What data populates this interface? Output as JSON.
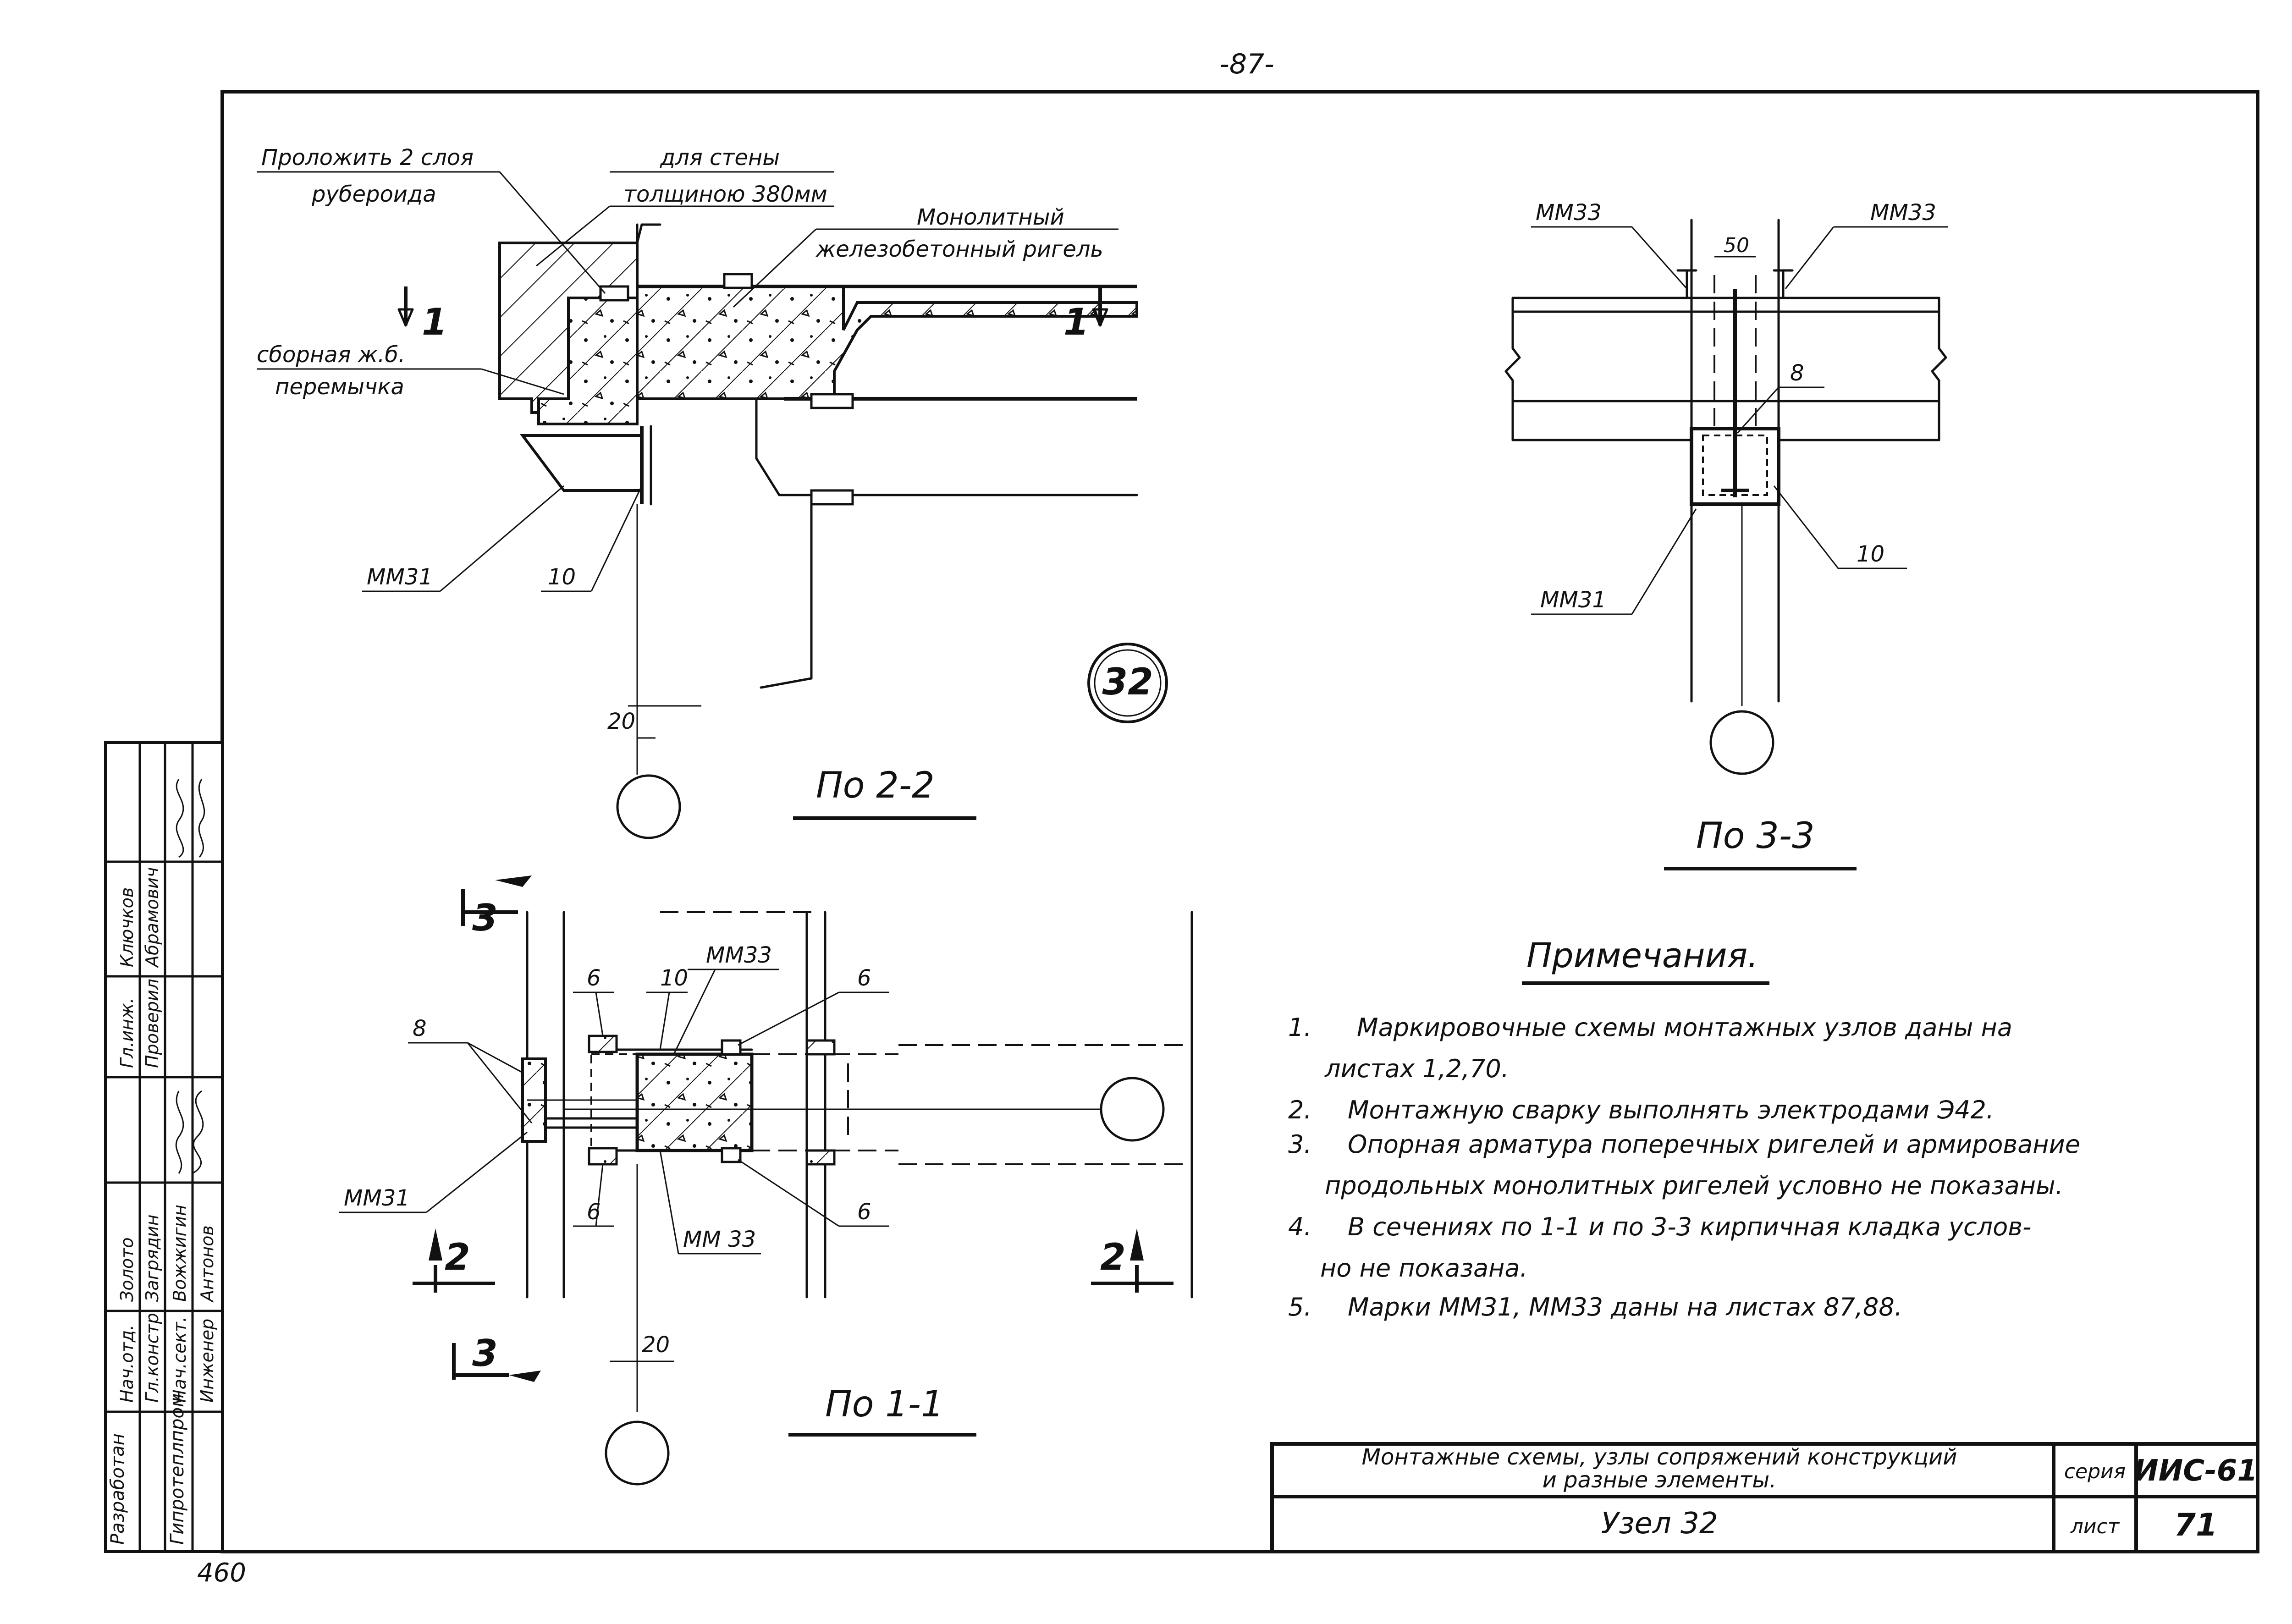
{
  "page_number": "-87-",
  "node_badge": "32",
  "views": {
    "section_2_2": {
      "title": "По 2-2",
      "labels": {
        "layers": "Проложить 2 слоя",
        "layers2": "рубероида",
        "wall": "для стены",
        "wall2": "толщиною 380мм",
        "girder": "Монолитный",
        "girder2": "железобетонный ригель",
        "lintel": "сборная ж.б.",
        "lintel2": "перемычка",
        "mark_mm31": "ММ31",
        "mark_10": "10",
        "dim_20": "20",
        "cut_1_left": "1",
        "cut_1_right": "1"
      }
    },
    "section_3_3": {
      "title": "По 3-3",
      "labels": {
        "mm33_left": "ММ33",
        "mm33_right": "ММ33",
        "dim_50": "50",
        "mark_8": "8",
        "mark_10": "10",
        "mm31": "ММ31"
      }
    },
    "section_1_1": {
      "title": "По 1-1",
      "labels": {
        "cut_3_top": "3",
        "cut_3_bottom": "3",
        "cut_2_left": "2",
        "cut_2_right": "2",
        "mark_8": "8",
        "mark_6_a": "6",
        "mark_10": "10",
        "mm33_top": "ММ33",
        "mark_6_b": "6",
        "mm31": "ММ31",
        "mark_6_c": "6",
        "mm33_bottom": "ММ 33",
        "mark_6_d": "6",
        "dim_20": "20"
      }
    }
  },
  "notes": {
    "heading": "Примечания.",
    "items": [
      {
        "num": "1.",
        "lines": [
          "Маркировочные схемы монтажных узлов даны на",
          "листах 1,2,70."
        ]
      },
      {
        "num": "2.",
        "lines": [
          "Монтажную сварку выполнять электродами Э42."
        ]
      },
      {
        "num": "3.",
        "lines": [
          "Опорная арматура поперечных ригелей и армирование",
          "продольных монолитных ригелей условно не показаны."
        ]
      },
      {
        "num": "4.",
        "lines": [
          "В сечениях по 1-1 и по 3-3 кирпичная кладка услов-",
          "но не показана."
        ]
      },
      {
        "num": "5.",
        "lines": [
          "Марки ММ31, ММ33 даны на листах 87,88."
        ]
      }
    ]
  },
  "title_block": {
    "description_line1": "Монтажные схемы, узлы сопряжений конструкций",
    "description_line2": "и разные элементы.",
    "series_label": "серия",
    "series_value": "ИИС-61",
    "sheet_title": "Узел 32",
    "sheet_label": "лист",
    "sheet_value": "71"
  },
  "stamp": {
    "org": "Гипротеплпром",
    "developed": "Разработан",
    "rows": [
      {
        "role": "Нач.отд.",
        "name": "Золото"
      },
      {
        "role": "Гл.констр.",
        "name": "Загрядин"
      },
      {
        "role": "Нач.сект.",
        "name": "Вожжигин"
      },
      {
        "role": "Инженер",
        "name": "Антонов"
      },
      {
        "role": "Гл.инж.",
        "name": "Проверил"
      },
      {
        "role": "Ключков",
        "name": "Абрамович"
      }
    ]
  },
  "footer_number": "460"
}
